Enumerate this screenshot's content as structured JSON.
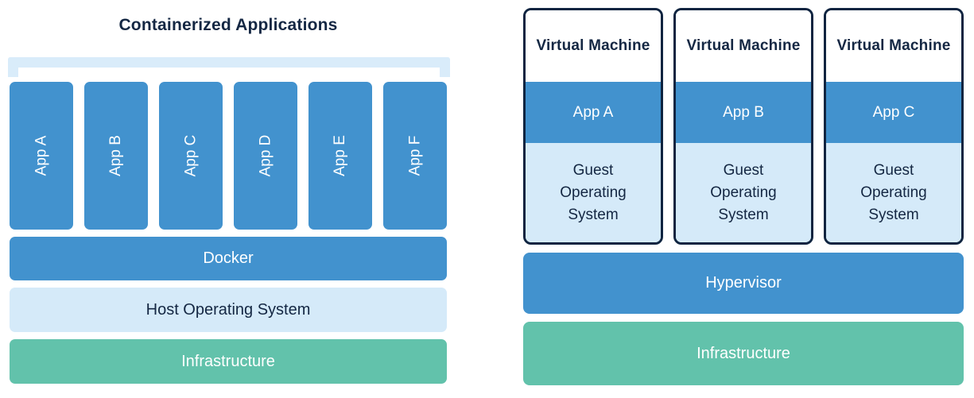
{
  "diagram": {
    "left": {
      "title": "Containerized Applications",
      "apps": [
        "App A",
        "App B",
        "App C",
        "App D",
        "App E",
        "App F"
      ],
      "docker_label": "Docker",
      "host_os_label": "Host Operating System",
      "infrastructure_label": "Infrastructure"
    },
    "right": {
      "vms": [
        {
          "title": "Virtual Machine",
          "app": "App A",
          "os": "Guest Operating System"
        },
        {
          "title": "Virtual Machine",
          "app": "App B",
          "os": "Guest Operating System"
        },
        {
          "title": "Virtual Machine",
          "app": "App C",
          "os": "Guest Operating System"
        }
      ],
      "hypervisor_label": "Hypervisor",
      "infrastructure_label": "Infrastructure"
    },
    "colors": {
      "app_blue": "#4292CE",
      "light_blue": "#D5EAF9",
      "bracket_blue": "#D9ECFA",
      "infrastructure_green": "#62C2AB",
      "navy_text": "#142743",
      "vm_border_navy": "#0F2440",
      "white_text": "#FFFFFF"
    }
  }
}
